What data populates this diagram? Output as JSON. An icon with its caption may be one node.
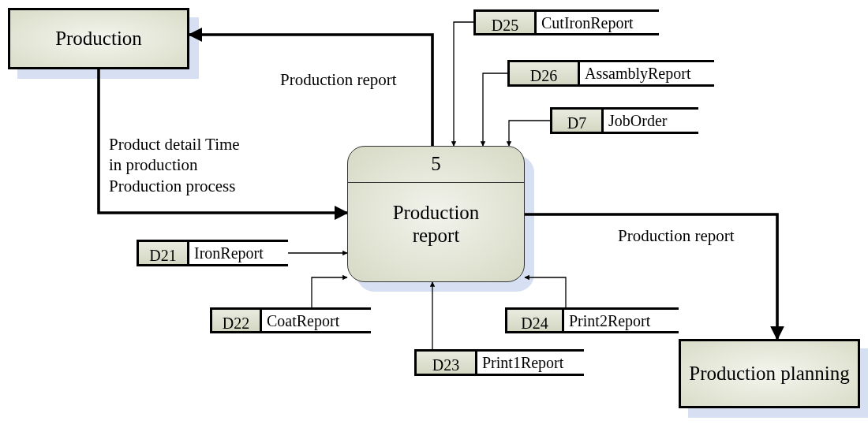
{
  "diagram": {
    "nodes": [
      {
        "text": [
          "Production"
        ]
      },
      {
        "text": [
          "D25",
          "CutIronReport"
        ]
      },
      {
        "text": [
          "D26",
          "AssamblyReport"
        ]
      },
      {
        "text": [
          "D7",
          "JobOrder"
        ]
      },
      {
        "text": [
          "5",
          "Production report"
        ]
      },
      {
        "text": [
          "D21",
          "IronReport"
        ]
      },
      {
        "text": [
          "D22",
          "CoatReport"
        ]
      },
      {
        "text": [
          "D24",
          "Print2Report"
        ]
      },
      {
        "text": [
          "D23",
          "Print1Report"
        ]
      },
      {
        "text": [
          "Production planning"
        ]
      }
    ],
    "edges": [
      {
        "from": 4,
        "to": 0,
        "arrow": "to",
        "label": "Production report",
        "style": "thick"
      },
      {
        "from": 0,
        "to": 4,
        "arrow": "to",
        "label": "Product detail Time in production Production process",
        "style": "thick"
      },
      {
        "from": 1,
        "to": 4,
        "arrow": "to"
      },
      {
        "from": 2,
        "to": 4,
        "arrow": "to"
      },
      {
        "from": 3,
        "to": 4,
        "arrow": "to"
      },
      {
        "from": 5,
        "to": 4,
        "arrow": "to"
      },
      {
        "from": 6,
        "to": 4,
        "arrow": "to"
      },
      {
        "from": 7,
        "to": 4,
        "arrow": "to"
      },
      {
        "from": 8,
        "to": 4,
        "arrow": "to"
      },
      {
        "from": 4,
        "to": 9,
        "arrow": "to",
        "label": "Production report",
        "style": "thick"
      }
    ]
  }
}
